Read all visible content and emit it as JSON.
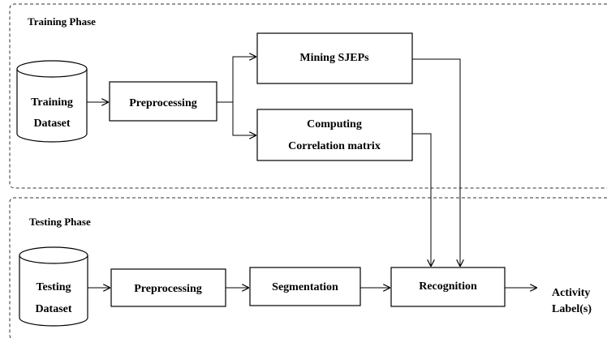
{
  "phases": {
    "training": {
      "label": "Training Phase"
    },
    "testing": {
      "label": "Testing Phase"
    }
  },
  "nodes": {
    "training_dataset": {
      "line1": "Training",
      "line2": "Dataset"
    },
    "training_preprocessing": {
      "label": "Preprocessing"
    },
    "mining_sjeps": {
      "label": "Mining SJEPs"
    },
    "computing_correlation": {
      "line1": "Computing",
      "line2": "Correlation matrix"
    },
    "testing_dataset": {
      "line1": "Testing",
      "line2": "Dataset"
    },
    "testing_preprocessing": {
      "label": "Preprocessing"
    },
    "segmentation": {
      "label": "Segmentation"
    },
    "recognition": {
      "label": "Recognition"
    },
    "output": {
      "line1": "Activity",
      "line2": "Label(s)"
    }
  }
}
